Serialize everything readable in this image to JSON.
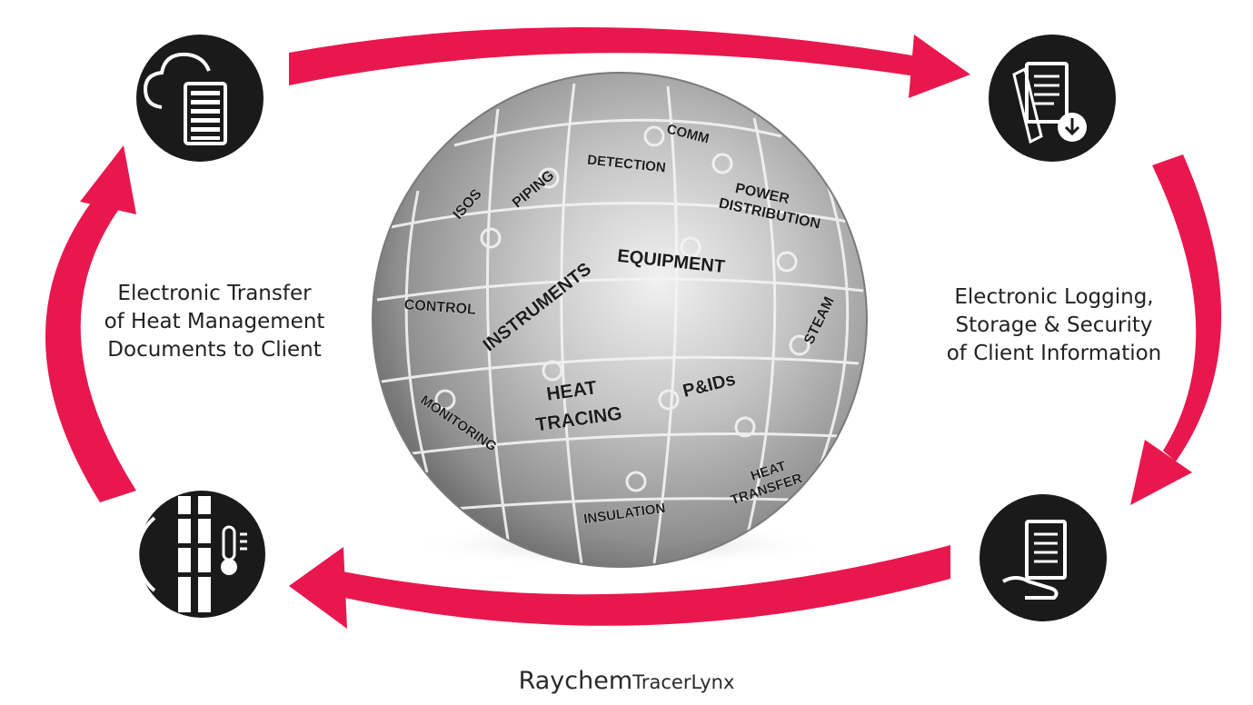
{
  "captions": {
    "left": "Electronic Transfer\nof Heat Management\nDocuments to Client",
    "right": "Electronic Logging,\nStorage & Security\nof Client Information"
  },
  "brand": {
    "part1": "Raychem",
    "part2": "TracerLynx"
  },
  "sphere_labels": {
    "isos": "ISOS",
    "piping": "PIPING",
    "detection": "DETECTION",
    "comm": "COMM",
    "power": "POWER",
    "distribution": "DISTRIBUTION",
    "equipment": "EQUIPMENT",
    "control": "CONTROL",
    "instruments": "INSTRUMENTS",
    "steam": "STEAM",
    "monitoring": "MONITORING",
    "heat": "HEAT",
    "tracing": "TRACING",
    "pids": "P&IDs",
    "heat2": "HEAT",
    "transfer": "TRANSFER",
    "insulation": "INSULATION"
  },
  "icons": {
    "top_left": "cloud-server-icon",
    "top_right": "document-download-icon",
    "bottom_right": "document-hand-icon",
    "bottom_left": "pipe-thermometer-icon"
  },
  "colors": {
    "arrow": "#e8184e",
    "icon_circle": "#1a1a1a",
    "sphere": "#a9a9a9",
    "text": "#222222"
  }
}
